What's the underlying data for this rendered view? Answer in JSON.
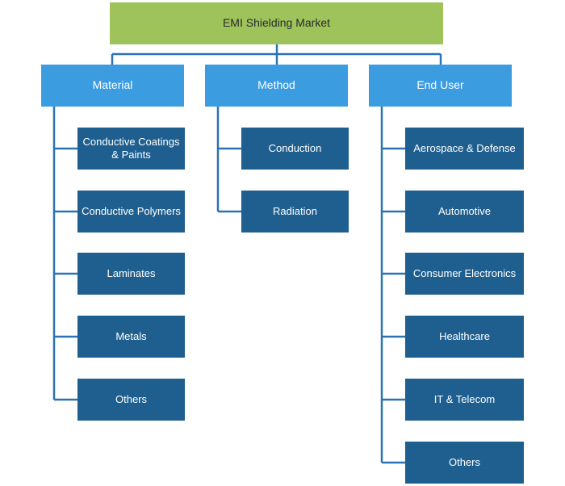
{
  "root": {
    "label": "EMI Shielding Market"
  },
  "categories": [
    {
      "label": "Material",
      "items": [
        "Conductive Coatings & Paints",
        "Conductive Polymers",
        "Laminates",
        "Metals",
        "Others"
      ]
    },
    {
      "label": "Method",
      "items": [
        "Conduction",
        "Radiation"
      ]
    },
    {
      "label": "End User",
      "items": [
        "Aerospace & Defense",
        "Automotive",
        "Consumer Electronics",
        "Healthcare",
        "IT & Telecom",
        "Others"
      ]
    }
  ],
  "colors": {
    "root": "#9dc35a",
    "category": "#3b9ce0",
    "leaf": "#1f5f8f",
    "connector": "#2d72b3"
  }
}
